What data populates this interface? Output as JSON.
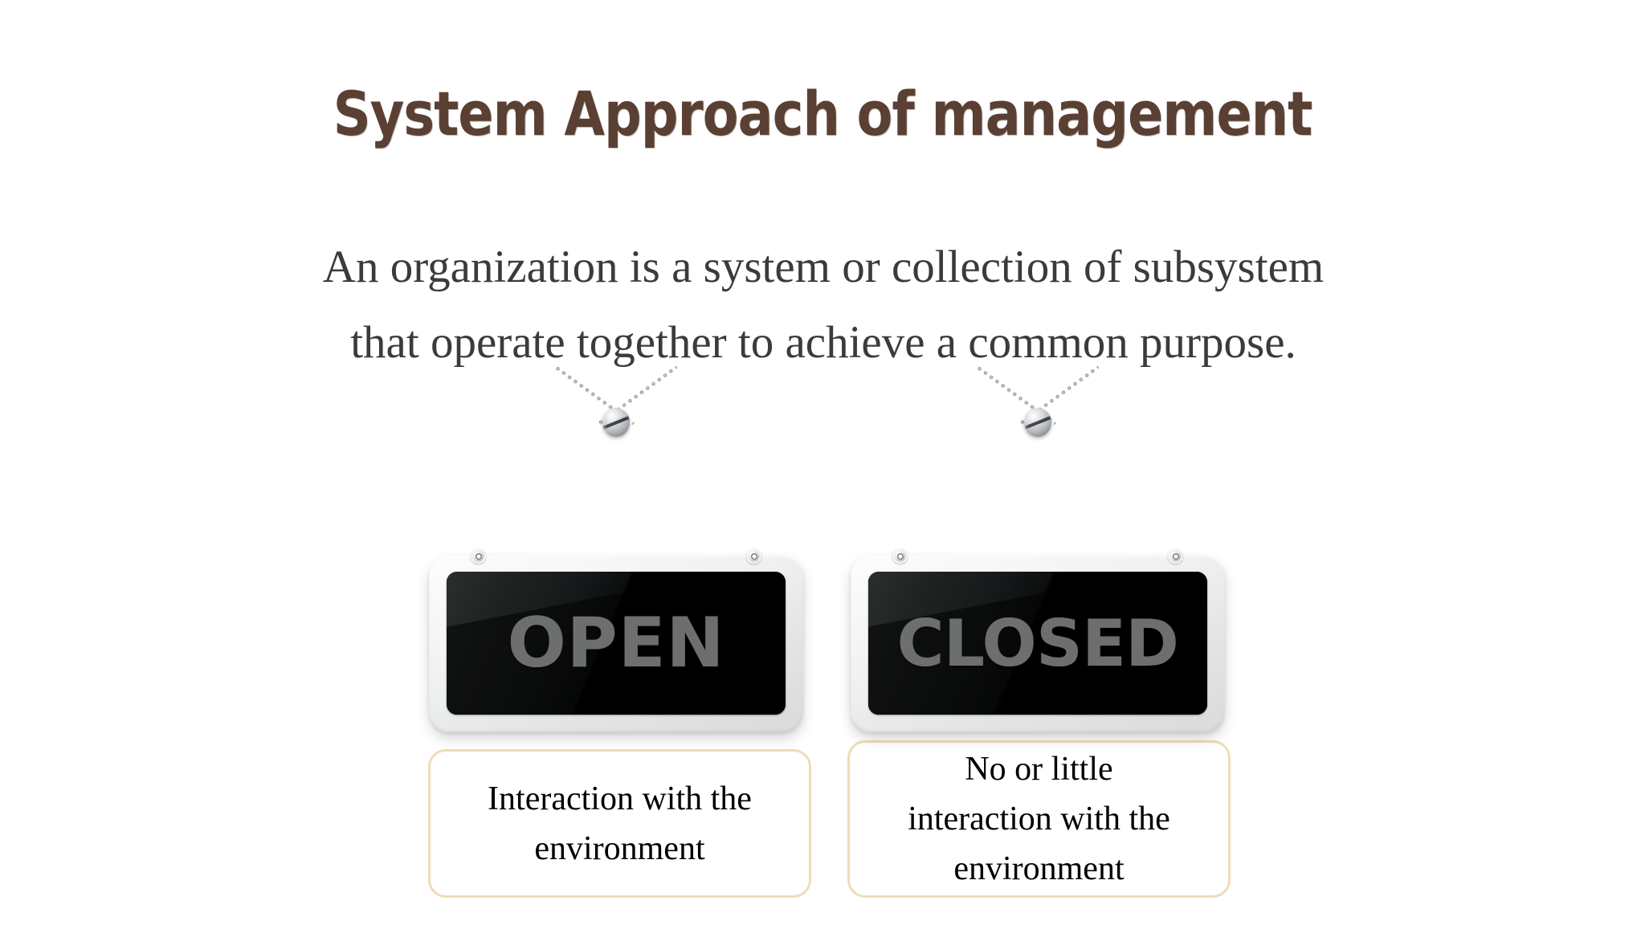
{
  "slide": {
    "title": "System Approach of management",
    "background_color": "#ffffff",
    "title_color": "#5A4033",
    "body_color": "#3B3B3B",
    "caption_border_color": "#EFDCB8"
  },
  "body": {
    "line1": "An organization is a system or collection of subsystem",
    "line2": "that operate together to achieve a common purpose."
  },
  "signs": [
    {
      "id": "open",
      "label": "OPEN",
      "caption_lines": [
        "Interaction with the",
        "environment"
      ]
    },
    {
      "id": "closed",
      "label": "CLOSED",
      "caption_lines": [
        "No or little",
        "interaction with the",
        "environment"
      ]
    }
  ],
  "captions": {
    "left": {
      "line1": "Interaction with the",
      "line2": "environment"
    },
    "right": {
      "line1": "No or little",
      "line2": "interaction with the",
      "line3": "environment"
    }
  }
}
